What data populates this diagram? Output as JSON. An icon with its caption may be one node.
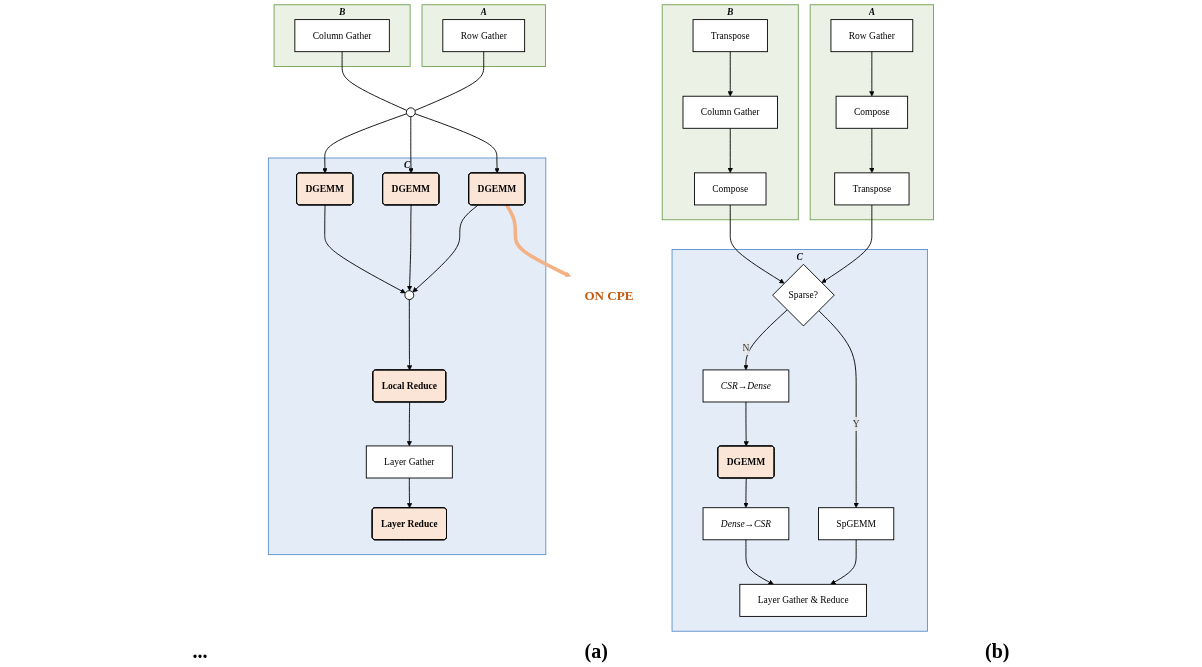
{
  "diagram": {
    "nodes": [
      {
        "text": [
          "A"
        ]
      },
      {
        "text": [
          "Row Gather"
        ],
        "in": 0
      },
      {
        "text": [
          "Compose"
        ],
        "in": 0
      },
      {
        "text": [
          "Transpose"
        ],
        "in": 0
      },
      {
        "text": [
          "B"
        ]
      },
      {
        "text": [
          "Transpose"
        ],
        "in": 4
      },
      {
        "text": [
          "Column Gather"
        ],
        "in": 4
      },
      {
        "text": [
          "Compose"
        ],
        "in": 4
      },
      {
        "text": [
          "C"
        ]
      },
      {
        "text": [
          "Sparse?"
        ],
        "in": 8
      },
      {
        "text": [
          "CSR→Dense"
        ],
        "in": 8
      },
      {
        "text": [
          "SpGEMM"
        ],
        "in": 8
      },
      {
        "text": [
          "DGEMM"
        ],
        "in": 8
      },
      {
        "text": [
          "Dense→CSR"
        ],
        "in": 8
      },
      {
        "text": [
          "Layer Gather & Reduce"
        ],
        "in": 8
      },
      {
        "text": [
          "A"
        ]
      },
      {
        "text": [
          "Row Gather"
        ],
        "in": 15
      },
      {
        "text": [
          "B"
        ]
      },
      {
        "text": [
          "Column Gather"
        ],
        "in": 17
      },
      {
        "text": [],
        "shape": "circle"
      },
      {
        "text": [
          "C"
        ]
      },
      {
        "text": [
          "DGEMM"
        ],
        "in": 20
      },
      {
        "text": [
          "DGEMM"
        ],
        "in": 20
      },
      {
        "text": [
          "DGEMM"
        ],
        "in": 20
      },
      {
        "text": [],
        "shape": "circle",
        "in": 20
      },
      {
        "text": [
          "Local Reduce"
        ],
        "in": 20
      },
      {
        "text": [
          "Layer Gather"
        ],
        "in": 20
      },
      {
        "text": [
          "Layer Reduce"
        ],
        "in": 20
      },
      {
        "text": [
          "ON CPE"
        ]
      }
    ],
    "edges": [
      {
        "from": 1,
        "to": 2,
        "arrow": "to"
      },
      {
        "from": 2,
        "to": 3,
        "arrow": "to"
      },
      {
        "from": 5,
        "to": 6,
        "arrow": "to"
      },
      {
        "from": 6,
        "to": 7,
        "arrow": "to"
      },
      {
        "from": 3,
        "to": 9,
        "arrow": "to"
      },
      {
        "from": 7,
        "to": 9,
        "arrow": "to"
      },
      {
        "from": 9,
        "to": 10,
        "label": "N",
        "arrow": "to"
      },
      {
        "from": 9,
        "to": 11,
        "label": "Y",
        "arrow": "to"
      },
      {
        "from": 10,
        "to": 12,
        "arrow": "to"
      },
      {
        "from": 12,
        "to": 13,
        "arrow": "to"
      },
      {
        "from": 11,
        "to": 14,
        "arrow": "to"
      },
      {
        "from": 13,
        "to": 14,
        "arrow": "to"
      },
      {
        "from": 16,
        "to": 19,
        "arrow": "none"
      },
      {
        "from": 18,
        "to": 19,
        "arrow": "none"
      },
      {
        "from": 19,
        "to": 21,
        "arrow": "to"
      },
      {
        "from": 19,
        "to": 22,
        "arrow": "to"
      },
      {
        "from": 19,
        "to": 23,
        "arrow": "to"
      },
      {
        "from": 21,
        "to": 24,
        "arrow": "to"
      },
      {
        "from": 22,
        "to": 24,
        "arrow": "to"
      },
      {
        "from": 23,
        "to": 24,
        "arrow": "to"
      },
      {
        "from": 24,
        "to": 25,
        "arrow": "to"
      },
      {
        "from": 25,
        "to": 26,
        "arrow": "to"
      },
      {
        "from": 26,
        "to": 27,
        "arrow": "to"
      },
      {
        "from": 21,
        "to": 28,
        "arrow": "to",
        "style": "thick",
        "color": "#f4b183"
      }
    ],
    "labels": [
      "...",
      "(a)",
      "(b)"
    ]
  }
}
